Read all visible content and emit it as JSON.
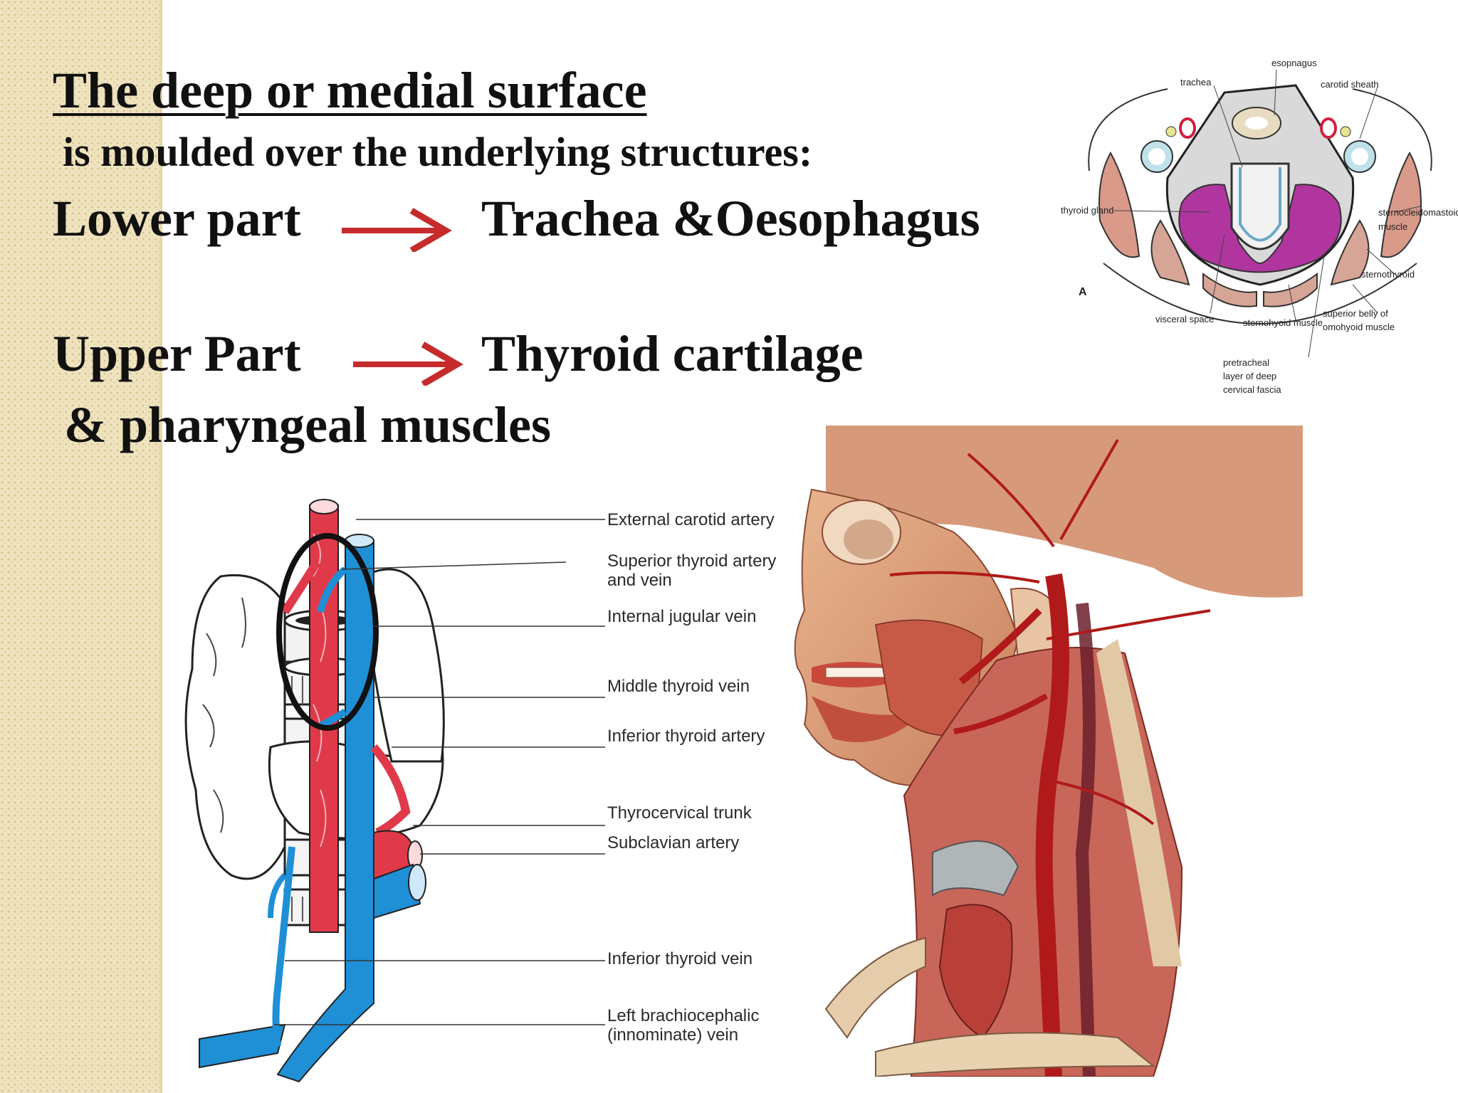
{
  "slide": {
    "heading": "The deep or medial surface",
    "subheading": "is moulded over the underlying structures:",
    "rows": [
      {
        "label": "Lower part",
        "value": "Trachea &Oesophagus"
      },
      {
        "label": "Upper Part",
        "value": "Thyroid cartilage",
        "continuation": "& pharyngeal  muscles"
      }
    ],
    "arrow_color": "#c62b2b"
  },
  "figures": {
    "cross_section": {
      "panel_letter": "A",
      "labels": {
        "esophagus": "esopnagus",
        "trachea": "trachea",
        "carotid_sheath": "carotid sheath",
        "thyroid_gland": "thyroid gland",
        "scm_1": "sternocleidomastoid",
        "scm_2": "muscle",
        "sternothyroid": "sternothyroid",
        "visceral_space": "visceral space",
        "sternohyoid": "sternohyoid muscle",
        "omohyoid_1": "superior belly of",
        "omohyoid_2": "omohyoid muscle",
        "pretracheal_1": "pretracheal",
        "pretracheal_2": "layer of deep",
        "pretracheal_3": "cervical fascia"
      }
    },
    "thyroid_vessels": {
      "labels": [
        "External carotid artery",
        "Superior thyroid artery",
        "and vein",
        "Internal jugular vein",
        "Middle thyroid vein",
        "Inferior thyroid artery",
        "Thyrocervical trunk",
        "Subclavian artery",
        "Inferior thyroid vein",
        "Left brachiocephalic",
        "(innominate) vein"
      ],
      "artery_color": "#e03a4a",
      "vein_color": "#1f8fd6"
    }
  }
}
